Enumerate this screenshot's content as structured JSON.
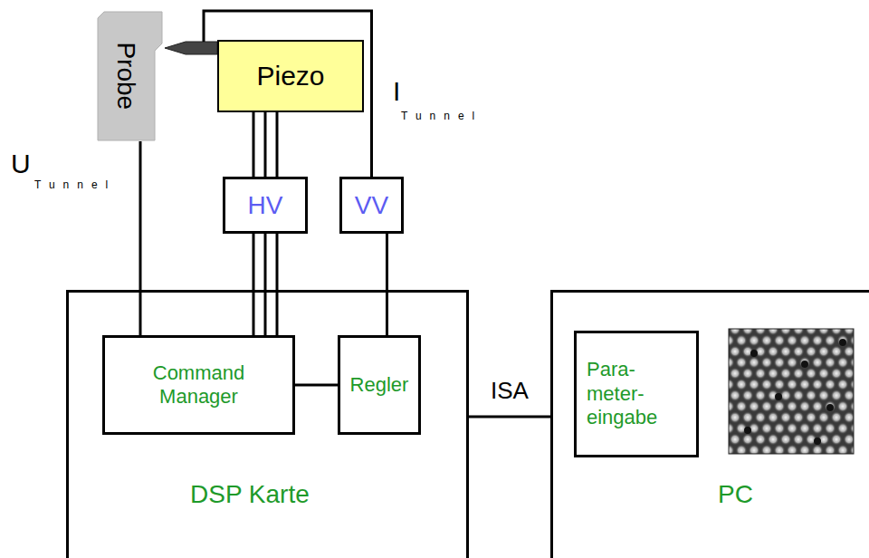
{
  "diagram": {
    "nodes": [
      {
        "text": [
          "Probe"
        ]
      },
      {
        "text": [
          "Piezo"
        ]
      },
      {
        "text": [
          "HV"
        ]
      },
      {
        "text": [
          "VV"
        ]
      },
      {
        "text": [
          "DSP Karte"
        ]
      },
      {
        "text": [
          "Command Manager"
        ],
        "in": 4
      },
      {
        "text": [
          "Regler"
        ],
        "in": 4
      },
      {
        "text": [
          "PC"
        ]
      },
      {
        "text": [
          "Para- meter- eingabe"
        ],
        "in": 7
      }
    ],
    "edges": [
      {
        "from": 0,
        "to": 5,
        "arrow": "none"
      },
      {
        "from": 1,
        "to": 2,
        "arrow": "none"
      },
      {
        "from": 1,
        "to": 2,
        "arrow": "none"
      },
      {
        "from": 1,
        "to": 2,
        "arrow": "none"
      },
      {
        "from": 2,
        "to": 5,
        "arrow": "none"
      },
      {
        "from": 2,
        "to": 5,
        "arrow": "none"
      },
      {
        "from": 2,
        "to": 5,
        "arrow": "none"
      },
      {
        "from": 1,
        "to": 3,
        "arrow": "none"
      },
      {
        "from": 3,
        "to": 6,
        "arrow": "none"
      },
      {
        "from": 5,
        "to": 6,
        "arrow": "none"
      },
      {
        "from": 4,
        "to": 7,
        "label": "ISA",
        "arrow": "none"
      }
    ],
    "labels": [
      "U",
      "Tunnel",
      "I",
      "Tunnel"
    ]
  }
}
